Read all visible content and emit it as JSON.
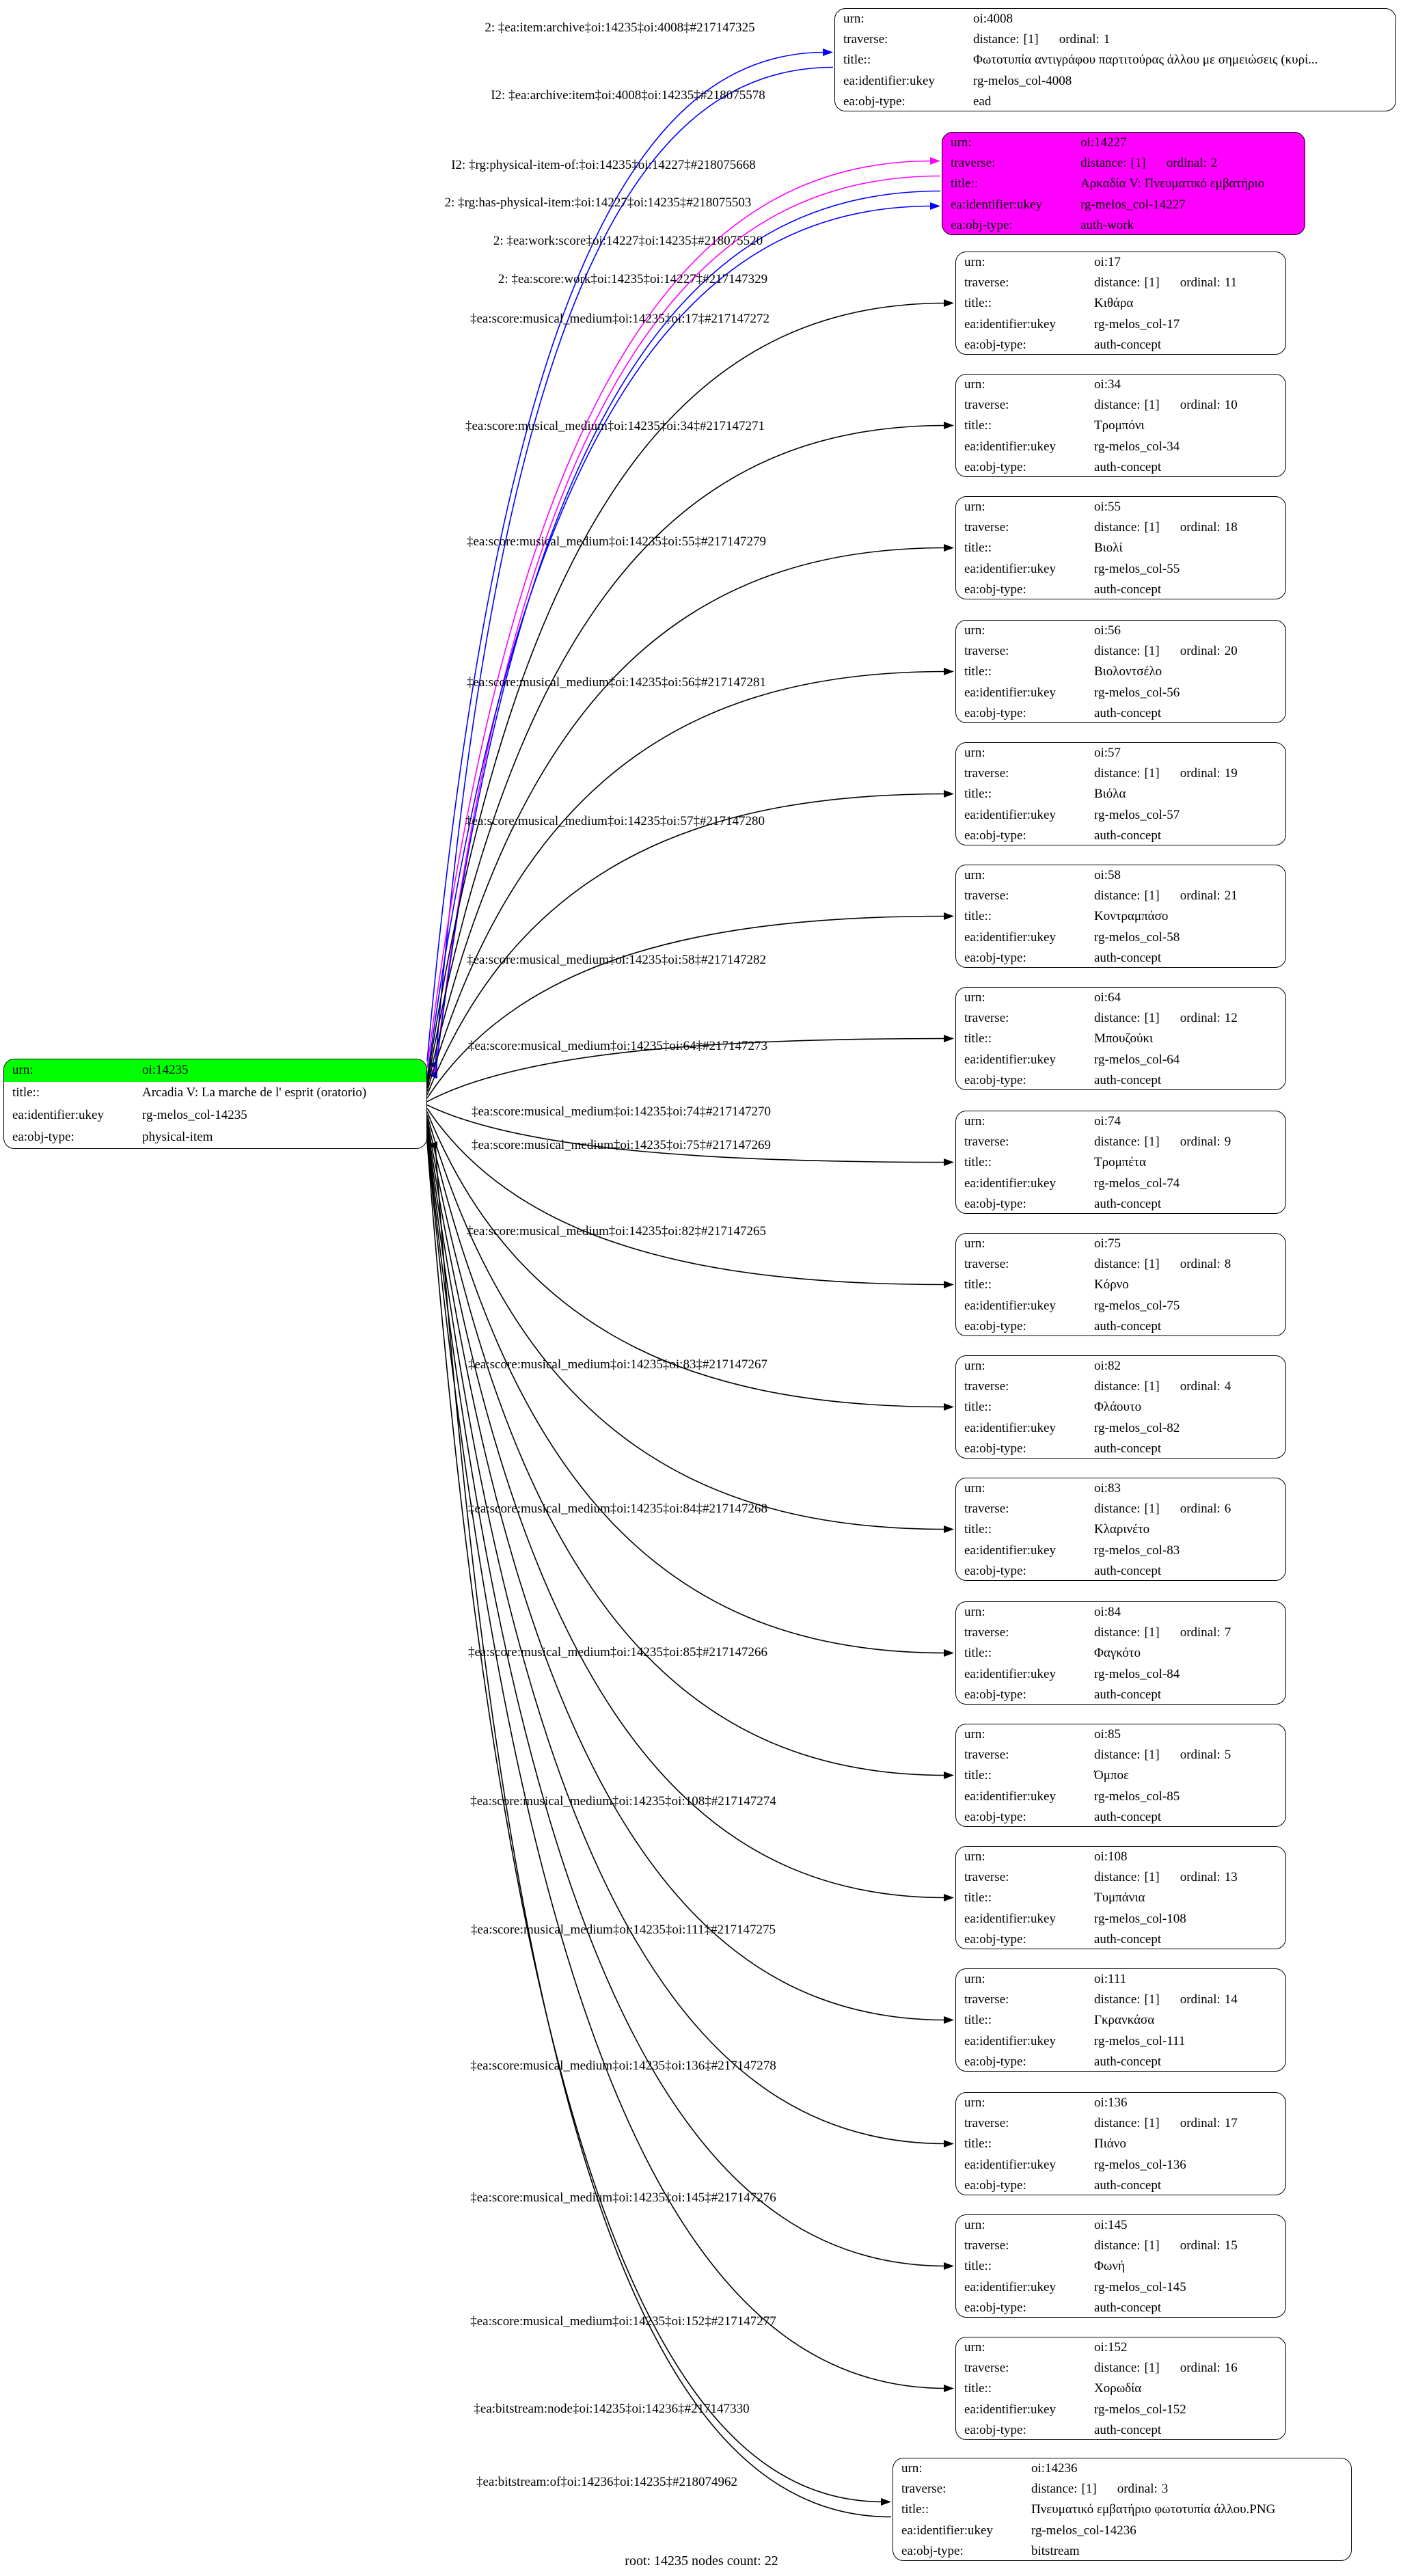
{
  "caption": "root: 14235 nodes count: 22",
  "colors": {
    "root_header_fill": "#00ff00",
    "auth_work_fill": "#ff00ff",
    "edge_blue": "#0000ff",
    "edge_magenta": "#ff00ff",
    "edge_black": "#000000",
    "node_border": "#000000"
  },
  "row_labels": {
    "urn": "urn:",
    "traverse": "traverse:",
    "title": "title::",
    "ukey": "ea:identifier:ukey",
    "objtype": "ea:obj-type:",
    "distance_prefix": "distance:",
    "ordinal_prefix": "ordinal:"
  },
  "root": {
    "urn": "oi:14235",
    "title": "Arcadia V: La marche de l' esprit (oratorio)",
    "ukey": "rg-melos_col-14235",
    "objtype": "physical-item"
  },
  "nodes": [
    {
      "id": "4008",
      "urn": "oi:4008",
      "distance": "[1]",
      "ordinal": "1",
      "title": "Φωτοτυπία αντιγράφου παρτιτούρας άλλου με σημειώσεις (κυρί...",
      "ukey": "rg-melos_col-4008",
      "objtype": "ead",
      "fill": "#ffffff"
    },
    {
      "id": "14227",
      "urn": "oi:14227",
      "distance": "[1]",
      "ordinal": "2",
      "title": "Αρκαδία V: Πνευματικό εμβατήριο",
      "ukey": "rg-melos_col-14227",
      "objtype": "auth-work",
      "fill": "#ff00ff"
    },
    {
      "id": "17",
      "urn": "oi:17",
      "distance": "[1]",
      "ordinal": "11",
      "title": "Κιθάρα",
      "ukey": "rg-melos_col-17",
      "objtype": "auth-concept",
      "fill": "#ffffff"
    },
    {
      "id": "34",
      "urn": "oi:34",
      "distance": "[1]",
      "ordinal": "10",
      "title": "Τρομπόνι",
      "ukey": "rg-melos_col-34",
      "objtype": "auth-concept",
      "fill": "#ffffff"
    },
    {
      "id": "55",
      "urn": "oi:55",
      "distance": "[1]",
      "ordinal": "18",
      "title": "Βιολί",
      "ukey": "rg-melos_col-55",
      "objtype": "auth-concept",
      "fill": "#ffffff"
    },
    {
      "id": "56",
      "urn": "oi:56",
      "distance": "[1]",
      "ordinal": "20",
      "title": "Βιολοντσέλο",
      "ukey": "rg-melos_col-56",
      "objtype": "auth-concept",
      "fill": "#ffffff"
    },
    {
      "id": "57",
      "urn": "oi:57",
      "distance": "[1]",
      "ordinal": "19",
      "title": "Βιόλα",
      "ukey": "rg-melos_col-57",
      "objtype": "auth-concept",
      "fill": "#ffffff"
    },
    {
      "id": "58",
      "urn": "oi:58",
      "distance": "[1]",
      "ordinal": "21",
      "title": "Κοντραμπάσο",
      "ukey": "rg-melos_col-58",
      "objtype": "auth-concept",
      "fill": "#ffffff"
    },
    {
      "id": "64",
      "urn": "oi:64",
      "distance": "[1]",
      "ordinal": "12",
      "title": "Μπουζούκι",
      "ukey": "rg-melos_col-64",
      "objtype": "auth-concept",
      "fill": "#ffffff"
    },
    {
      "id": "74",
      "urn": "oi:74",
      "distance": "[1]",
      "ordinal": "9",
      "title": "Τρομπέτα",
      "ukey": "rg-melos_col-74",
      "objtype": "auth-concept",
      "fill": "#ffffff"
    },
    {
      "id": "75",
      "urn": "oi:75",
      "distance": "[1]",
      "ordinal": "8",
      "title": "Κόρνο",
      "ukey": "rg-melos_col-75",
      "objtype": "auth-concept",
      "fill": "#ffffff"
    },
    {
      "id": "82",
      "urn": "oi:82",
      "distance": "[1]",
      "ordinal": "4",
      "title": "Φλάουτο",
      "ukey": "rg-melos_col-82",
      "objtype": "auth-concept",
      "fill": "#ffffff"
    },
    {
      "id": "83",
      "urn": "oi:83",
      "distance": "[1]",
      "ordinal": "6",
      "title": "Κλαρινέτο",
      "ukey": "rg-melos_col-83",
      "objtype": "auth-concept",
      "fill": "#ffffff"
    },
    {
      "id": "84",
      "urn": "oi:84",
      "distance": "[1]",
      "ordinal": "7",
      "title": "Φαγκότο",
      "ukey": "rg-melos_col-84",
      "objtype": "auth-concept",
      "fill": "#ffffff"
    },
    {
      "id": "85",
      "urn": "oi:85",
      "distance": "[1]",
      "ordinal": "5",
      "title": "Όμποε",
      "ukey": "rg-melos_col-85",
      "objtype": "auth-concept",
      "fill": "#ffffff"
    },
    {
      "id": "108",
      "urn": "oi:108",
      "distance": "[1]",
      "ordinal": "13",
      "title": "Τυμπάνια",
      "ukey": "rg-melos_col-108",
      "objtype": "auth-concept",
      "fill": "#ffffff"
    },
    {
      "id": "111",
      "urn": "oi:111",
      "distance": "[1]",
      "ordinal": "14",
      "title": "Γκρανκάσα",
      "ukey": "rg-melos_col-111",
      "objtype": "auth-concept",
      "fill": "#ffffff"
    },
    {
      "id": "136",
      "urn": "oi:136",
      "distance": "[1]",
      "ordinal": "17",
      "title": "Πιάνο",
      "ukey": "rg-melos_col-136",
      "objtype": "auth-concept",
      "fill": "#ffffff"
    },
    {
      "id": "145",
      "urn": "oi:145",
      "distance": "[1]",
      "ordinal": "15",
      "title": "Φωνή",
      "ukey": "rg-melos_col-145",
      "objtype": "auth-concept",
      "fill": "#ffffff"
    },
    {
      "id": "152",
      "urn": "oi:152",
      "distance": "[1]",
      "ordinal": "16",
      "title": "Χορωδία",
      "ukey": "rg-melos_col-152",
      "objtype": "auth-concept",
      "fill": "#ffffff"
    },
    {
      "id": "14236",
      "urn": "oi:14236",
      "distance": "[1]",
      "ordinal": "3",
      "title": "Πνευματικό εμβατήριο φωτοτυπία άλλου.PNG",
      "ukey": "rg-melos_col-14236",
      "objtype": "bitstream",
      "fill": "#ffffff"
    }
  ],
  "edges": [
    {
      "label": "2: ‡ea:item:archive‡oi:14235‡oi:4008‡#217147325",
      "color": "#0000ff",
      "target": "4008",
      "arrow_at": "target"
    },
    {
      "label": "I2: ‡ea:archive:item‡oi:4008‡oi:14235‡#218075578",
      "color": "#0000ff",
      "target": "4008",
      "arrow_at": "root"
    },
    {
      "label": "I2: ‡rg:physical-item-of:‡oi:14235‡oi:14227‡#218075668",
      "color": "#ff00ff",
      "target": "14227",
      "arrow_at": "target"
    },
    {
      "label": "2: ‡rg:has-physical-item:‡oi:14227‡oi:14235‡#218075503",
      "color": "#ff00ff",
      "target": "14227",
      "arrow_at": "root"
    },
    {
      "label": "2: ‡ea:work:score‡oi:14227‡oi:14235‡#218075520",
      "color": "#0000ff",
      "target": "14227",
      "arrow_at": "root"
    },
    {
      "label": "2: ‡ea:score:work‡oi:14235‡oi:14227‡#217147329",
      "color": "#0000ff",
      "target": "14227",
      "arrow_at": "target"
    },
    {
      "label": "‡ea:score:musical_medium‡oi:14235‡oi:17‡#217147272",
      "color": "#000000",
      "target": "17",
      "arrow_at": "target"
    },
    {
      "label": "‡ea:score:musical_medium‡oi:14235‡oi:34‡#217147271",
      "color": "#000000",
      "target": "34",
      "arrow_at": "target"
    },
    {
      "label": "‡ea:score:musical_medium‡oi:14235‡oi:55‡#217147279",
      "color": "#000000",
      "target": "55",
      "arrow_at": "target"
    },
    {
      "label": "‡ea:score:musical_medium‡oi:14235‡oi:56‡#217147281",
      "color": "#000000",
      "target": "56",
      "arrow_at": "target"
    },
    {
      "label": "‡ea:score:musical_medium‡oi:14235‡oi:57‡#217147280",
      "color": "#000000",
      "target": "57",
      "arrow_at": "target"
    },
    {
      "label": "‡ea:score:musical_medium‡oi:14235‡oi:58‡#217147282",
      "color": "#000000",
      "target": "58",
      "arrow_at": "target"
    },
    {
      "label": "‡ea:score:musical_medium‡oi:14235‡oi:64‡#217147273",
      "color": "#000000",
      "target": "64",
      "arrow_at": "target"
    },
    {
      "label": "‡ea:score:musical_medium‡oi:14235‡oi:74‡#217147270",
      "color": "#000000",
      "target": "74",
      "arrow_at": "target"
    },
    {
      "label": "‡ea:score:musical_medium‡oi:14235‡oi:75‡#217147269",
      "color": "#000000",
      "target": "75",
      "arrow_at": "target"
    },
    {
      "label": "‡ea:score:musical_medium‡oi:14235‡oi:82‡#217147265",
      "color": "#000000",
      "target": "82",
      "arrow_at": "target"
    },
    {
      "label": "‡ea:score:musical_medium‡oi:14235‡oi:83‡#217147267",
      "color": "#000000",
      "target": "83",
      "arrow_at": "target"
    },
    {
      "label": "‡ea:score:musical_medium‡oi:14235‡oi:84‡#217147268",
      "color": "#000000",
      "target": "84",
      "arrow_at": "target"
    },
    {
      "label": "‡ea:score:musical_medium‡oi:14235‡oi:85‡#217147266",
      "color": "#000000",
      "target": "85",
      "arrow_at": "target"
    },
    {
      "label": "‡ea:score:musical_medium‡oi:14235‡oi:108‡#217147274",
      "color": "#000000",
      "target": "108",
      "arrow_at": "target"
    },
    {
      "label": "‡ea:score:musical_medium‡oi:14235‡oi:111‡#217147275",
      "color": "#000000",
      "target": "111",
      "arrow_at": "target"
    },
    {
      "label": "‡ea:score:musical_medium‡oi:14235‡oi:136‡#217147278",
      "color": "#000000",
      "target": "136",
      "arrow_at": "target"
    },
    {
      "label": "‡ea:score:musical_medium‡oi:14235‡oi:145‡#217147276",
      "color": "#000000",
      "target": "145",
      "arrow_at": "target"
    },
    {
      "label": "‡ea:score:musical_medium‡oi:14235‡oi:152‡#217147277",
      "color": "#000000",
      "target": "152",
      "arrow_at": "target"
    },
    {
      "label": "‡ea:bitstream:node‡oi:14235‡oi:14236‡#217147330",
      "color": "#000000",
      "target": "14236",
      "arrow_at": "target"
    },
    {
      "label": "‡ea:bitstream:of‡oi:14236‡oi:14235‡#218074962",
      "color": "#000000",
      "target": "14236",
      "arrow_at": "root"
    }
  ]
}
